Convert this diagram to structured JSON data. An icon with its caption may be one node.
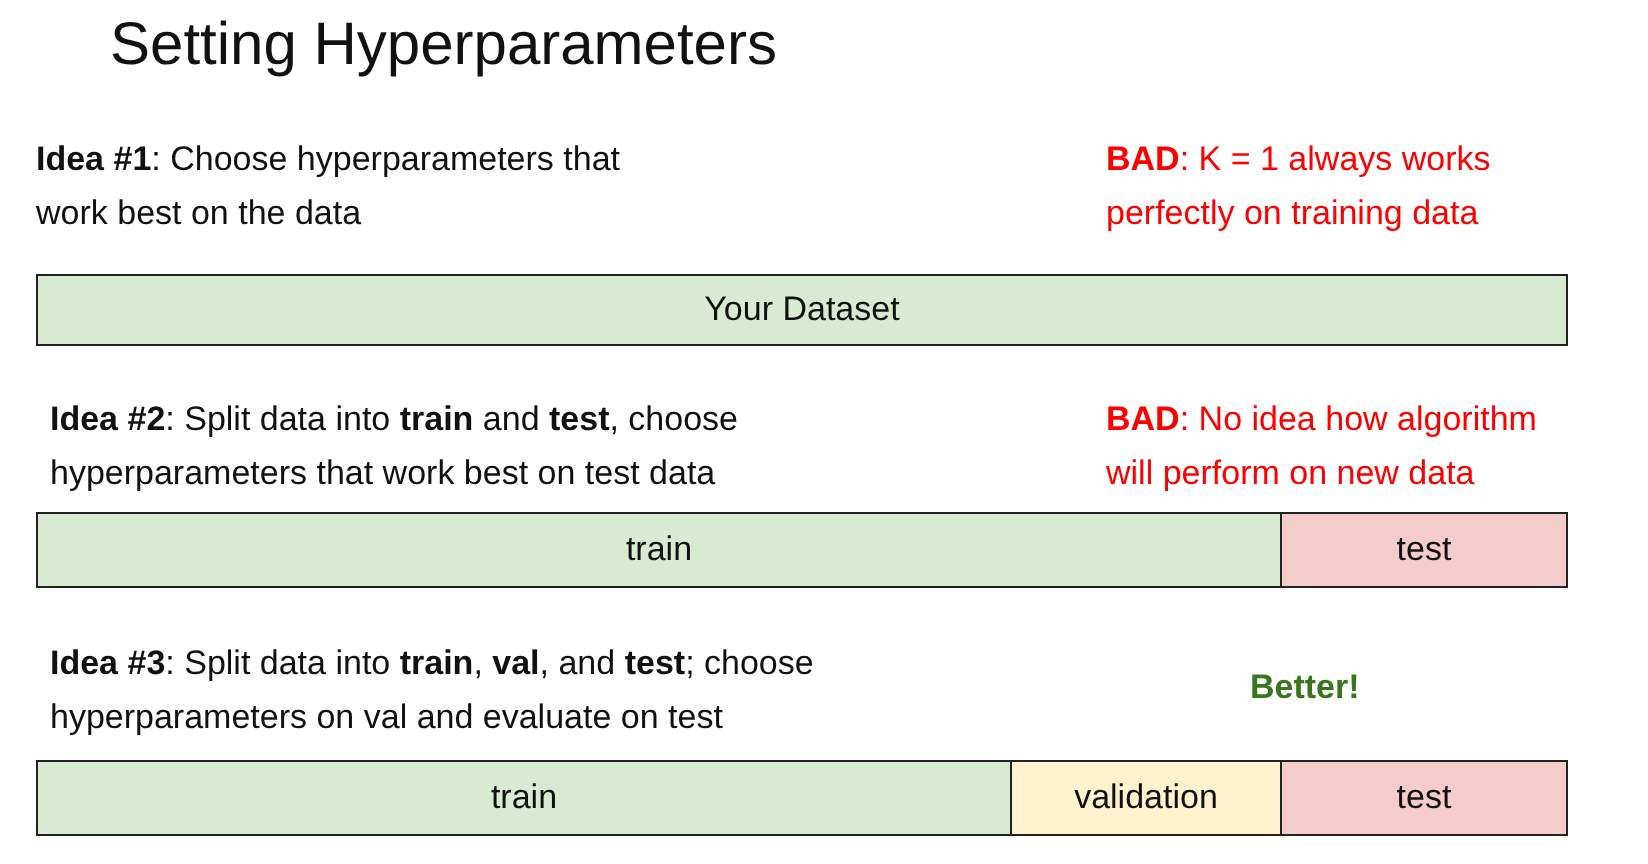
{
  "diagram": {
    "title": "Setting Hyperparameters",
    "nodes": [
      {
        "text": [
          "Your Dataset"
        ]
      },
      {
        "text": [
          "train"
        ]
      },
      {
        "text": [
          "test"
        ]
      },
      {
        "text": [
          "train"
        ]
      },
      {
        "text": [
          "validation"
        ]
      },
      {
        "text": [
          "test"
        ]
      }
    ],
    "labels": [
      "**Idea #1**: Choose hyperparameters that work best on the data",
      "**BAD**: K = 1 always works perfectly on training data",
      "**Idea #2**: Split data into **train** and **test**, choose hyperparameters that work best on test data",
      "**BAD**: No idea how algorithm will perform on new data",
      "**Idea #3**: Split data into **train**, **val**, and **test**; choose hyperparameters on val and evaluate on test",
      "Better!"
    ]
  }
}
